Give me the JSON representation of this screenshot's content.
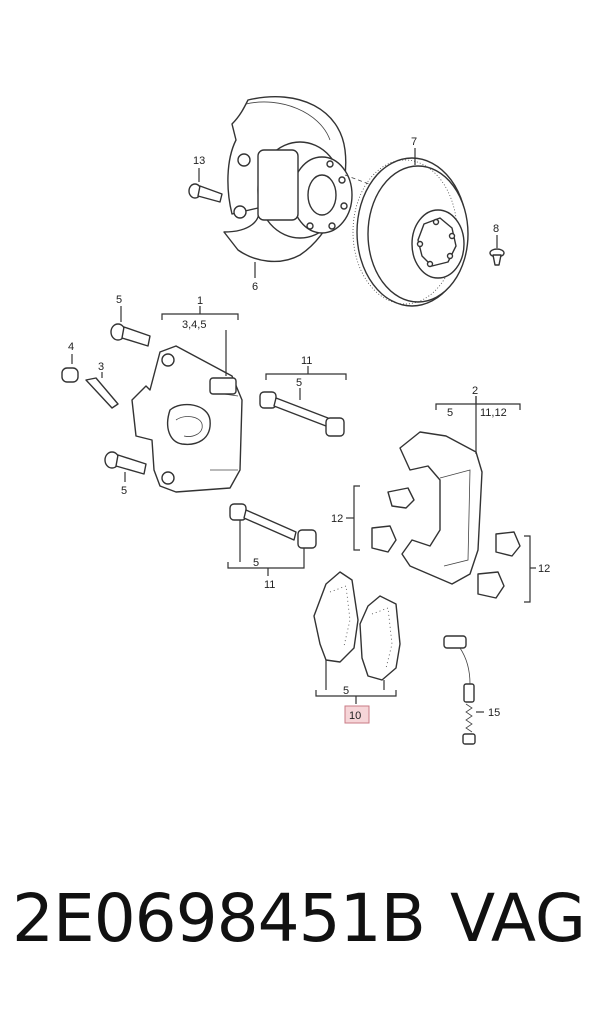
{
  "labels": {
    "l13": "13",
    "l7": "7",
    "l8": "8",
    "l6": "6",
    "l5a": "5",
    "l1": "1",
    "l345": "3,4,5",
    "l4": "4",
    "l3": "3",
    "l11a": "11",
    "l5b": "5",
    "l2": "2",
    "l5c": "5",
    "l1112": "11,12",
    "l5d": "5",
    "l12a": "12",
    "l5e": "5",
    "l11b": "11",
    "l12b": "12",
    "l5f": "5",
    "l10": "10",
    "l15": "15"
  },
  "footer": {
    "part_number": "2E0698451B",
    "brand": "VAG"
  },
  "colors": {
    "highlight": "#f6d5d8"
  }
}
